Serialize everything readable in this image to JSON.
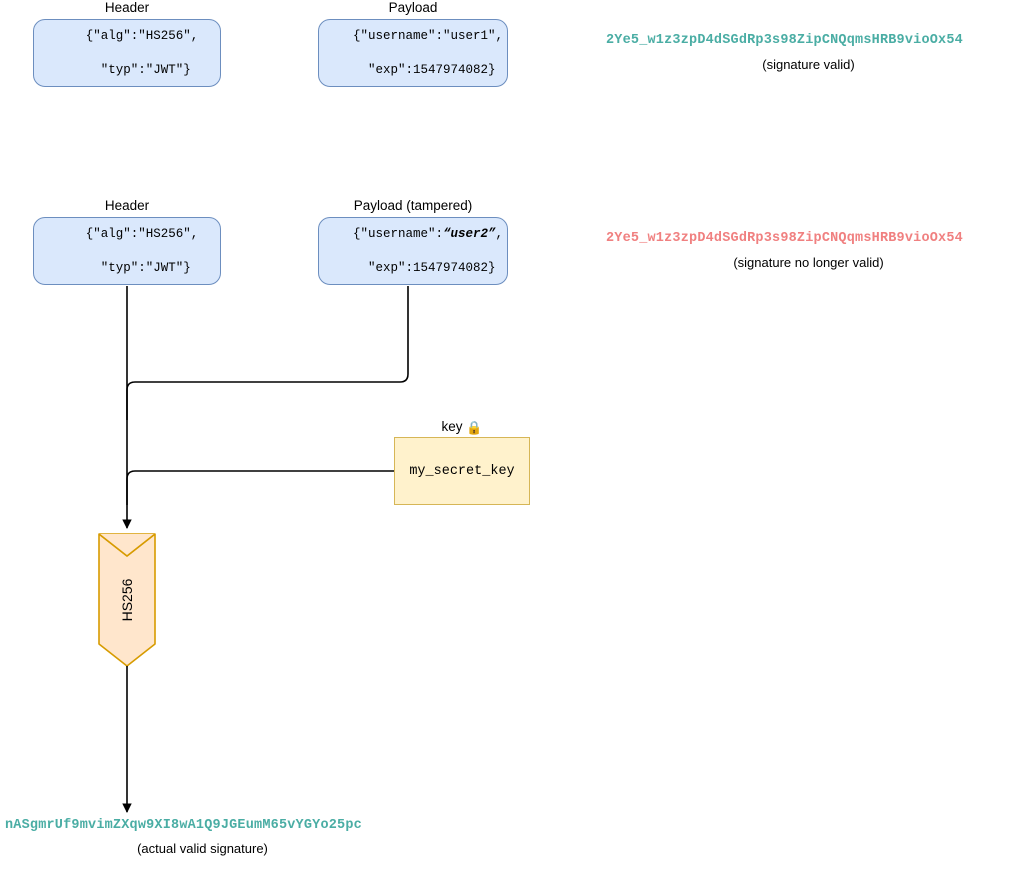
{
  "diagram": {
    "title": "JWT signature tampering diagram",
    "colors": {
      "box_fill": "#dae8fc",
      "box_stroke": "#6c8ebf",
      "key_fill": "#fff2cc",
      "key_stroke": "#d6b656",
      "signature_valid": "#4aada4",
      "signature_invalid": "#f08080",
      "edge": "#000000"
    }
  },
  "row1": {
    "header": {
      "label": "Header",
      "content_line1": "{\"alg\":\"HS256\",",
      "content_line2": " \"typ\":\"JWT\"}"
    },
    "payload": {
      "label": "Payload",
      "content_line1": "{\"username\":\"user1\",",
      "content_line2": " \"exp\":1547974082}"
    },
    "signature": {
      "value": "2Ye5_w1z3zpD4dSGdRp3s98ZipCNQqmsHRB9vioOx54",
      "note": "(signature valid)",
      "color": "#4aada4"
    }
  },
  "row2": {
    "header": {
      "label": "Header",
      "content_line1": "{\"alg\":\"HS256\",",
      "content_line2": " \"typ\":\"JWT\"}"
    },
    "payload": {
      "label": "Payload (tampered)",
      "content_prefix": "{\"username\":",
      "content_tampered": "“user2”",
      "content_suffix": ",",
      "content_line2": " \"exp\":1547974082}"
    },
    "signature": {
      "value": "2Ye5_w1z3zpD4dSGdRp3s98ZipCNQqmsHRB9vioOx54",
      "note": "(signature no longer valid)",
      "color": "#f08080"
    }
  },
  "key": {
    "label": "key",
    "lock_icon": "🔒",
    "value": "my_secret_key"
  },
  "algorithm": {
    "label": "HS256"
  },
  "result": {
    "signature": "nASgmrUf9mvimZXqw9XI8wA1Q9JGEumM65vYGYo25pc",
    "note": "(actual valid signature)",
    "color": "#4aada4"
  }
}
